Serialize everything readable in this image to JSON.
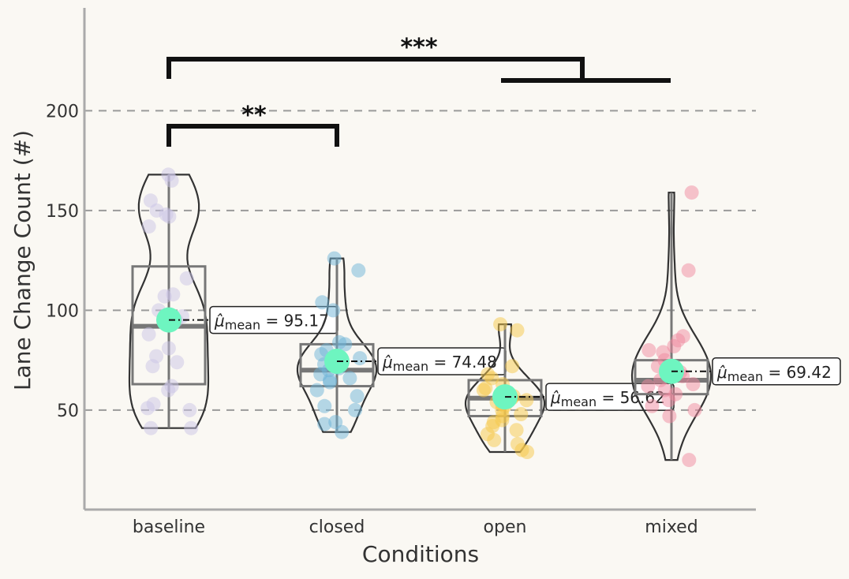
{
  "chart_data": {
    "type": "violin",
    "xlabel": "Conditions",
    "ylabel": "Lane Change Count (#)",
    "categories": [
      "baseline",
      "closed",
      "open",
      "mixed"
    ],
    "yticks": [
      50,
      100,
      150,
      200
    ],
    "ylim": [
      0,
      250
    ],
    "grid": "horizontal dashed",
    "series": [
      {
        "category": "baseline",
        "color": "#c9c3e6",
        "min": 41,
        "q1": 63,
        "median": 92,
        "q3": 122,
        "max": 168,
        "mean_value": 95.17,
        "mean": "95.17",
        "points": [
          168,
          165,
          155,
          150,
          148,
          147,
          142,
          116,
          108,
          107,
          100,
          97,
          95,
          88,
          81,
          77,
          74,
          72,
          62,
          60,
          53,
          51,
          50,
          41,
          41
        ]
      },
      {
        "category": "closed",
        "color": "#6eb4d8",
        "min": 39,
        "q1": 62,
        "median": 70,
        "q3": 83,
        "max": 126,
        "mean_value": 74.48,
        "mean": "74.48",
        "points": [
          126,
          120,
          104,
          100,
          84,
          83,
          80,
          78,
          76,
          74,
          73,
          71,
          70,
          68,
          66,
          65,
          64,
          60,
          57,
          52,
          50,
          44,
          43,
          39
        ]
      },
      {
        "category": "open",
        "color": "#f5c84a",
        "min": 29,
        "q1": 47,
        "median": 56,
        "q3": 65,
        "max": 93,
        "mean_value": 56.62,
        "mean": "56.62",
        "points": [
          93,
          90,
          72,
          68,
          66,
          63,
          61,
          60,
          58,
          57,
          56,
          55,
          54,
          53,
          52,
          50,
          48,
          47,
          45,
          44,
          42,
          40,
          38,
          35,
          33,
          30,
          29
        ]
      },
      {
        "category": "mixed",
        "color": "#f08aa0",
        "min": 25,
        "q1": 58,
        "median": 65,
        "q3": 75,
        "max": 159,
        "mean_value": 69.42,
        "mean": "69.42",
        "points": [
          159,
          120,
          87,
          85,
          82,
          80,
          79,
          75,
          72,
          70,
          69,
          67,
          65,
          63,
          62,
          60,
          58,
          55,
          52,
          50,
          47,
          25
        ]
      }
    ],
    "significance": [
      {
        "label": "**",
        "from": "baseline",
        "to": "closed"
      },
      {
        "label": "***",
        "from": "baseline",
        "to": "open,mixed"
      }
    ],
    "mean_label_prefix": "μ̂",
    "mean_label_subscript": "mean",
    "mean_color": "#6ef5c0"
  }
}
